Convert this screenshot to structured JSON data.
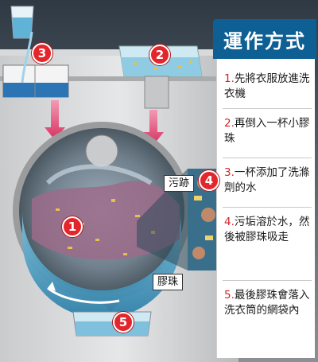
{
  "title": "運作方式",
  "steps": [
    {
      "num": "1.",
      "text": "先將衣服放進洗衣機"
    },
    {
      "num": "2.",
      "text": "再倒入一杯小膠珠"
    },
    {
      "num": "3.",
      "text": "一杯添加了洗滌劑的水"
    },
    {
      "num": "4.",
      "text": "污垢溶於水，然後被膠珠吸走"
    },
    {
      "num": "5.",
      "text": "最後膠珠會落入洗衣筒的網袋內"
    }
  ],
  "labels": {
    "dirt": "污跡",
    "beads": "膠珠"
  },
  "badges": [
    "1",
    "2",
    "3",
    "4",
    "5"
  ],
  "colors": {
    "title_bg": "#0e5f93",
    "badge": "#e2262c",
    "arrow": "#e0446e",
    "water": "#4aa3c8",
    "cloth": "#9b6b8a"
  }
}
